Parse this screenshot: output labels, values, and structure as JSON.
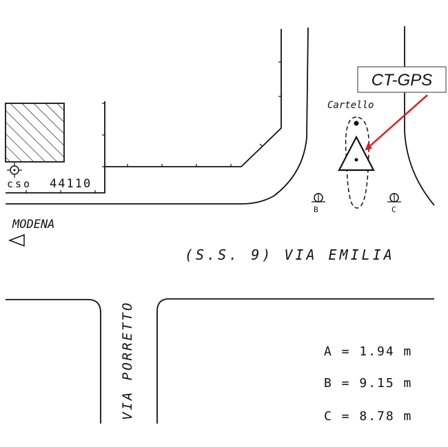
{
  "labels": {
    "modena": "MODENA",
    "via_emilia": "(S.S. 9) VIA EMILIA",
    "via_porretto": "VIA PORRETTO",
    "cartello": "Cartello",
    "cso_label": "cso",
    "cso_number": "44110",
    "callout": "CT-GPS"
  },
  "markers": {
    "b_letter": "B",
    "c_letter": "C"
  },
  "distances": [
    {
      "text": "A = 1.94 m"
    },
    {
      "text": "B = 9.15 m"
    },
    {
      "text": "C = 8.78 m"
    }
  ],
  "colors": {
    "callout_arrow": "#e8141b",
    "ink": "#111111"
  },
  "icons": {
    "direction": "triangle-left-icon",
    "station": "triangle-point-icon",
    "benchmark": "target-circle-icon"
  }
}
